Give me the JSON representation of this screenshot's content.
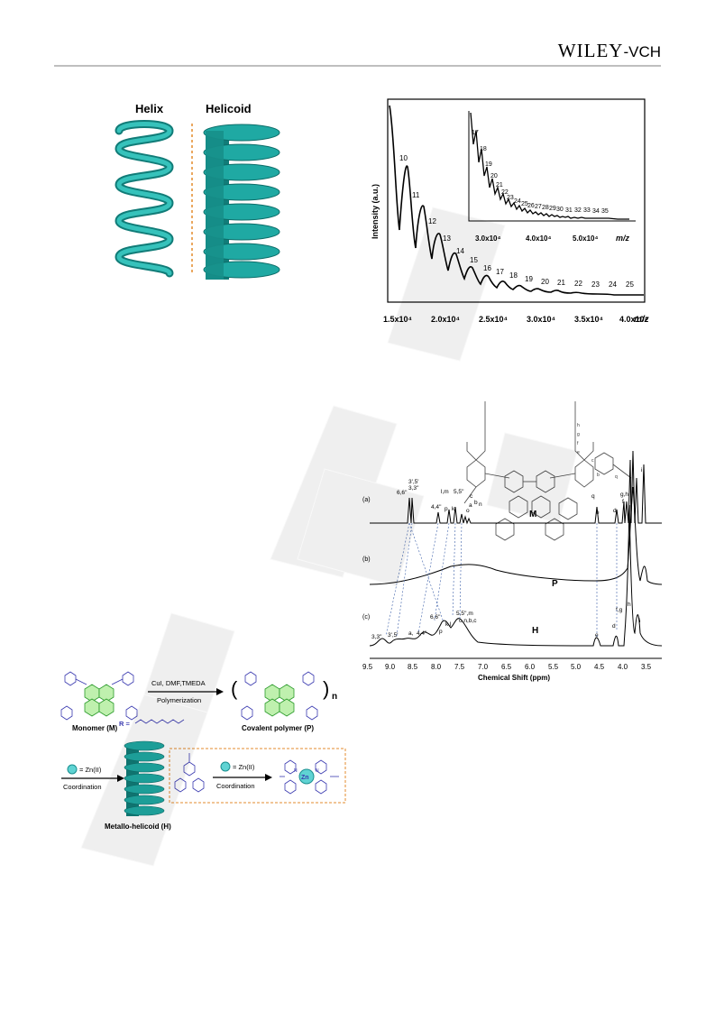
{
  "header": {
    "publisher_main": "WILEY",
    "publisher_sub": "-VCH"
  },
  "fig_a": {
    "left_label": "Helix",
    "right_label": "Helicoid"
  },
  "fig_ms": {
    "ylabel": "Intensity (a.u.)",
    "xlabel": "m/z",
    "main_ticks": [
      "1.5x10⁴",
      "2.0x10⁴",
      "2.5x10⁴",
      "3.0x10⁴",
      "3.5x10⁴",
      "4.0x10⁴"
    ],
    "main_peaks": [
      "10",
      "11",
      "12",
      "13",
      "14",
      "15",
      "16",
      "17",
      "18",
      "19",
      "20",
      "21",
      "22",
      "23",
      "24",
      "25"
    ],
    "inset_ticks": [
      "3.0x10⁴",
      "4.0x10⁴",
      "5.0x10⁴"
    ],
    "inset_peaks": [
      "17",
      "18",
      "19",
      "20",
      "21",
      "22",
      "23",
      "24",
      "25",
      "26",
      "27",
      "28",
      "29",
      "30",
      "31",
      "32",
      "33",
      "34",
      "35"
    ]
  },
  "fig_nmr": {
    "xlabel": "Chemical Shift (ppm)",
    "ticks": [
      "9.5",
      "9.0",
      "8.5",
      "8.0",
      "7.5",
      "7.0",
      "6.5",
      "6.0",
      "5.5",
      "5.0",
      "4.5",
      "4.0",
      "3.5"
    ],
    "trace_a_tag": "(a)",
    "trace_b_tag": "(b)",
    "trace_c_tag": "(c)",
    "trace_a_name": "M",
    "trace_b_name": "P",
    "trace_c_name": "H",
    "labels_a": {
      "l1": "3',5'",
      "l2": "3,3''",
      "l3": "6,6''",
      "l4": "l,m",
      "l5": "5,5''",
      "l6": "c",
      "l7": "b",
      "l8": "n",
      "l9": "4,4''",
      "l10": "p",
      "l11": "k",
      "l12": "a",
      "l13": "o",
      "l14": "q",
      "l15": "e",
      "l16": "d",
      "l17": "g,h",
      "l18": "f",
      "l19": "i"
    },
    "labels_c": {
      "l1": "6,6''",
      "l2": "5,5'',m",
      "l3": "k,l",
      "l4": "o,n,b,c",
      "l5": "3,3''",
      "l6": "3',5'",
      "l7": "a,",
      "l8": "4,4''",
      "l9": "p",
      "l10": "e",
      "l11": "d",
      "l12": "f,g",
      "l13": "h",
      "l14": "i"
    }
  },
  "fig_scheme": {
    "reagents": "CuI, DMF,TMEDA",
    "step1": "Polymerization",
    "monomer_label": "Monomer (M)",
    "polymer_label": "Covalent polymer (P)",
    "r_group": "R =",
    "zn_legend_1": "= Zn(II)",
    "zn_legend_2": "= Zn(II)",
    "coordination_1": "Coordination",
    "coordination_2": "Coordination",
    "helicoid_label": "Metallo-helicoid (H)",
    "subscript_n": "n",
    "zn_atom": "Zn",
    "n_atom": "N"
  },
  "colors": {
    "teal": "#1fa9a3",
    "teal_dark": "#117c78",
    "molecule_blue": "#3a3ab0",
    "molecule_green": "#7fd46a",
    "arrow_blue": "#5fb7e6",
    "orange_dash": "#e38b2c"
  }
}
